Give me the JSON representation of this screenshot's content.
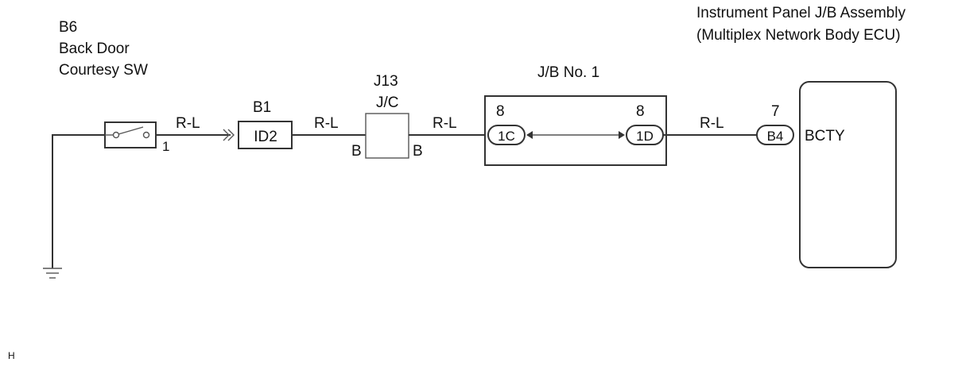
{
  "components": {
    "b6": {
      "code": "B6",
      "line1": "Back Door",
      "line2": "Courtesy SW",
      "pin": "1"
    },
    "b1": {
      "code": "B1",
      "connector": "ID2"
    },
    "j13": {
      "code": "J13",
      "type": "J/C",
      "pin_left": "B",
      "pin_right": "B"
    },
    "jb1": {
      "title": "J/B No. 1",
      "pin_left": "8",
      "conn_left": "1C",
      "pin_right": "8",
      "conn_right": "1D"
    },
    "ecu": {
      "line1": "Instrument Panel J/B Assembly",
      "line2": "(Multiplex Network Body ECU)",
      "pin": "7",
      "connector": "B4",
      "terminal": "BCTY"
    }
  },
  "wires": {
    "w1": "R-L",
    "w2": "R-L",
    "w3": "R-L",
    "w4": "R-L"
  },
  "footer": {
    "code": "H"
  },
  "colors": {
    "line": "#333333",
    "text": "#111111"
  }
}
